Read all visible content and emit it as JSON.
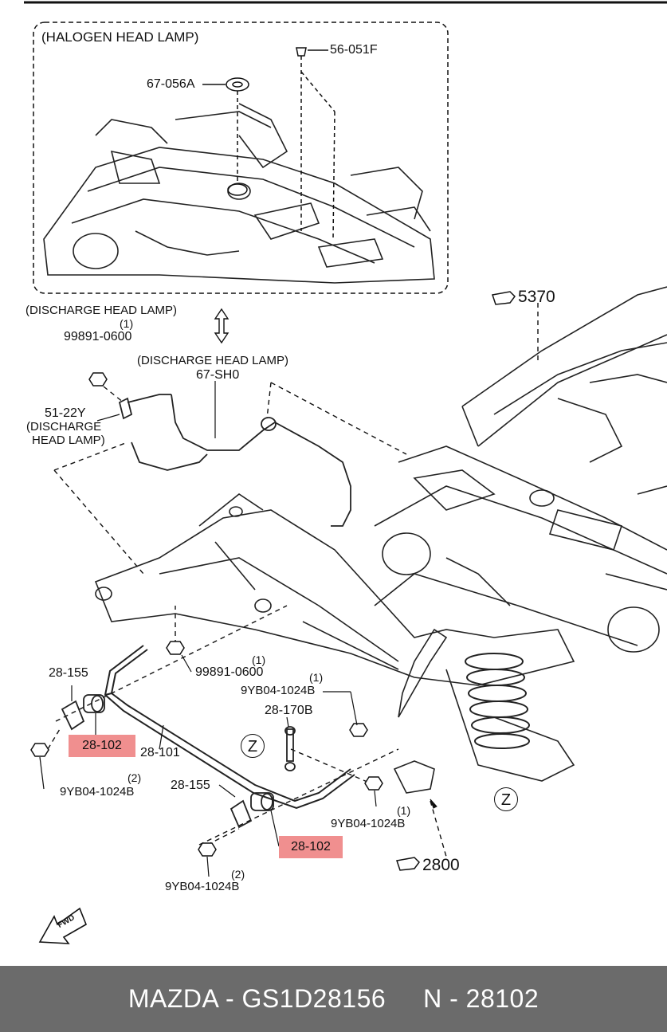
{
  "labels": {
    "halogen_title": "(HALOGEN HEAD LAMP)",
    "p_56_051f": "56-051F",
    "p_67_056a": "67-056A",
    "discharge_left": "(DISCHARGE HEAD LAMP)",
    "qty_1_a": "(1)",
    "p_99891_a": "99891-0600",
    "discharge_center": "(DISCHARGE HEAD LAMP)",
    "p_67_sh0": "67-SH0",
    "p_51_22y": "51-22Y",
    "discharge_paren1": "(DISCHARGE",
    "discharge_paren2": "HEAD LAMP)",
    "ref_5370": "5370",
    "p_28_155_a": "28-155",
    "p_99891_b": "99891-0600",
    "qty_1_b": "(1)",
    "qty_1_c": "(1)",
    "p_9yb04_a": "9YB04-1024B",
    "p_28_170b": "28-170B",
    "p_28_102_a": "28-102",
    "p_28_101": "28-101",
    "z_a": "Z",
    "qty_2_a": "(2)",
    "p_9yb04_b": "9YB04-1024B",
    "p_28_155_b": "28-155",
    "qty_1_d": "(1)",
    "p_9yb04_c": "9YB04-1024B",
    "z_b": "Z",
    "p_28_102_b": "28-102",
    "ref_2800": "2800",
    "qty_2_b": "(2)",
    "p_9yb04_d": "9YB04-1024B",
    "fwd": "FWD"
  },
  "highlight_color": "#f08f8f",
  "footer": {
    "text": "MAZDA - GS1D28156     N - 28102"
  }
}
